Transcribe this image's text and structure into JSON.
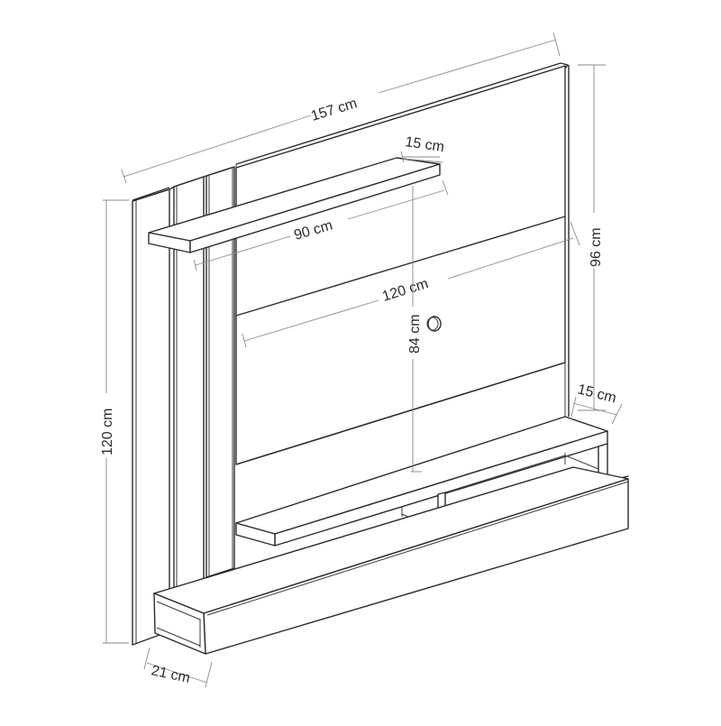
{
  "drawing": {
    "subject": "Wall-mounted TV unit with back panel, floating shelf and low cabinet",
    "line_color": "#2b2b2b",
    "dimension_line_color": "#8a8a8a",
    "background": "#ffffff"
  },
  "dimensions": {
    "total_width": {
      "value": 157,
      "unit": "cm",
      "label": "157 cm"
    },
    "total_height": {
      "value": 120,
      "unit": "cm",
      "label": "120 cm"
    },
    "panel_height": {
      "value": 96,
      "unit": "cm",
      "label": "96 cm"
    },
    "panel_width": {
      "value": 120,
      "unit": "cm",
      "label": "120 cm"
    },
    "top_shelf_width": {
      "value": 90,
      "unit": "cm",
      "label": "90 cm"
    },
    "top_shelf_depth": {
      "value": 15,
      "unit": "cm",
      "label": "15 cm"
    },
    "shelf_to_cabinet_gap": {
      "value": 84,
      "unit": "cm",
      "label": "84 cm"
    },
    "cabinet_shelf_depth": {
      "value": 15,
      "unit": "cm",
      "label": "15 cm"
    },
    "cabinet_depth": {
      "value": 21,
      "unit": "cm",
      "label": "21 cm"
    }
  }
}
